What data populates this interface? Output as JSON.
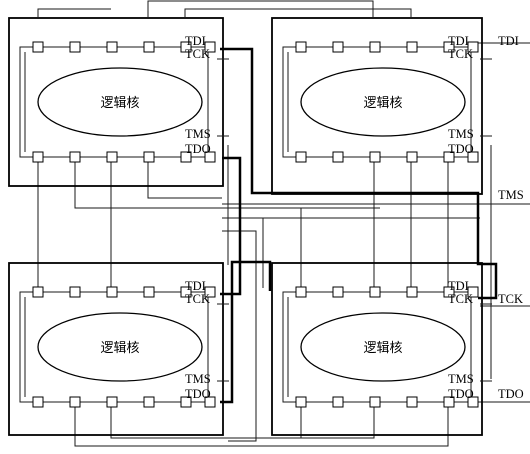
{
  "colors": {
    "line": "#000000",
    "background": "#ffffff"
  },
  "chips": [
    {
      "id": "top-left",
      "core_label": "逻辑核",
      "pins": {
        "tdi": "TDI",
        "tck": "TCK",
        "tms": "TMS",
        "tdo": "TDO"
      }
    },
    {
      "id": "top-right",
      "core_label": "逻辑核",
      "pins": {
        "tdi": "TDI",
        "tck": "TCK",
        "tms": "TMS",
        "tdo": "TDO"
      }
    },
    {
      "id": "bottom-left",
      "core_label": "逻辑核",
      "pins": {
        "tdi": "TDI",
        "tck": "TCK",
        "tms": "TMS",
        "tdo": "TDO"
      }
    },
    {
      "id": "bottom-right",
      "core_label": "逻辑核",
      "pins": {
        "tdi": "TDI",
        "tck": "TCK",
        "tms": "TMS",
        "tdo": "TDO"
      }
    }
  ],
  "external": {
    "tdi": "TDI",
    "tms": "TMS",
    "tck": "TCK",
    "tdo": "TDO"
  }
}
